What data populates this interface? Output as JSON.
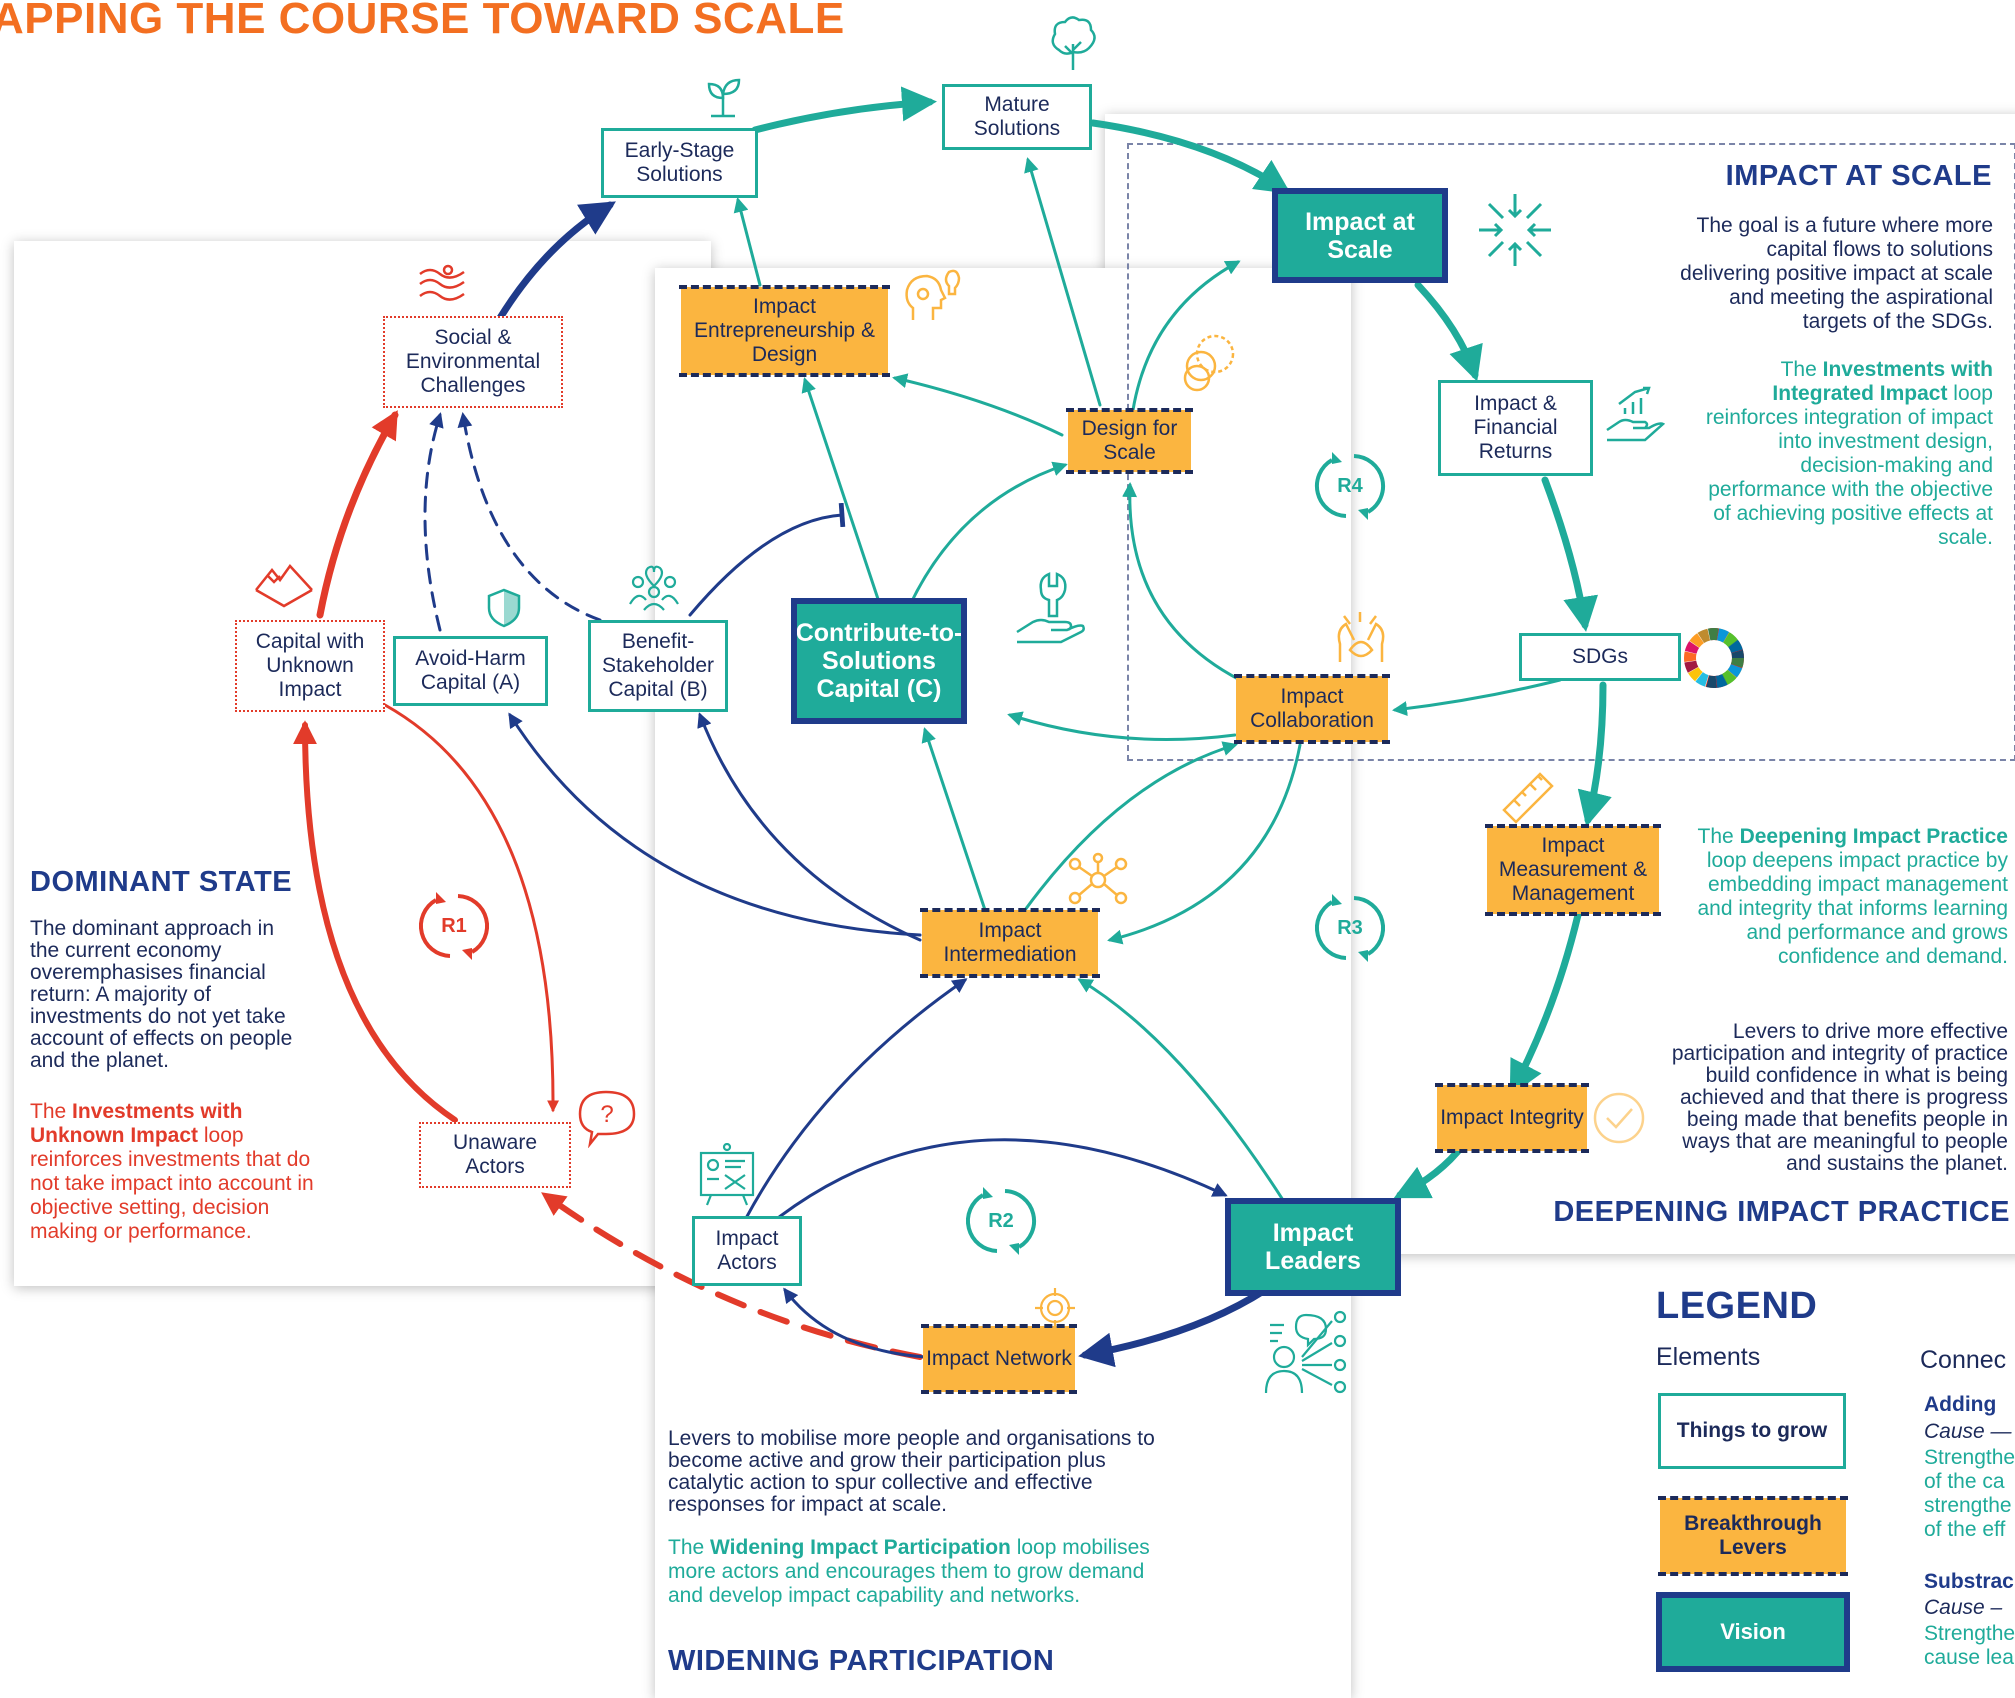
{
  "title": "APPING THE COURSE TOWARD SCALE",
  "colors": {
    "teal": "#1fab9a",
    "navy": "#1f3b8a",
    "red": "#e23b2a",
    "orange": "#fbb540",
    "title_orange": "#f36f21"
  },
  "nodes": {
    "mature": "Mature Solutions",
    "early": "Early-Stage Solutions",
    "social": "Social & Environmental Challenges",
    "capital_unknown": "Capital with Unknown Impact",
    "avoid_harm": "Avoid-Harm Capital (A)",
    "benefit": "Benefit-Stakeholder Capital (B)",
    "contribute": "Contribute-to-Solutions Capital (C)",
    "entrepreneurship": "Impact Entrepreneurship & Design",
    "design_scale": "Design for Scale",
    "impact_scale": "Impact at Scale",
    "financial": "Impact & Financial Returns",
    "sdgs": "SDGs",
    "collaboration": "Impact Collaboration",
    "imm": "Impact Measurement & Management",
    "intermediation": "Impact Intermediation",
    "integrity": "Impact Integrity",
    "leaders": "Impact Leaders",
    "actors": "Impact Actors",
    "network": "Impact Network",
    "unaware": "Unaware Actors"
  },
  "loops": [
    "R1",
    "R2",
    "R3",
    "R4"
  ],
  "icons": [
    "tree-icon",
    "sprout-icon",
    "hands-water-icon",
    "mountain-icon",
    "shield-icon",
    "people-heart-icon",
    "head-lightbulb-icon",
    "coins-icon",
    "wrench-hand-icon",
    "collaboration-hands-icon",
    "arrows-converge-icon",
    "growth-hand-icon",
    "sdg-wheel-icon",
    "ruler-icon",
    "network-people-icon",
    "checkmark-icon",
    "speech-question-icon",
    "target-icon",
    "whiteboard-icon",
    "crowd-icon"
  ],
  "impact_at_scale": {
    "heading": "IMPACT AT SCALE",
    "body": "The goal is a future where more capital flows to solutions delivering positive impact at scale and meeting the aspirational targets of the SDGs.",
    "loop_pre": "The ",
    "loop_name": "Investments with Integrated Impact",
    "loop_post": " loop reinforces integration of impact into investment design, decision-making and performance with the objective of achieving positive effects at scale."
  },
  "dominant_state": {
    "heading": "DOMINANT STATE",
    "body": "The dominant approach in the current economy overemphasises financial return: A majority of investments do not yet take account of effects on people and the planet.",
    "loop_pre": "The ",
    "loop_name": "Investments with Unknown Impact",
    "loop_post": " loop reinforces investments that do not take impact into account in objective setting, decision making or performance."
  },
  "deepening": {
    "heading": "DEEPENING IMPACT PRACTICE",
    "loop_pre": "The ",
    "loop_name": "Deepening Impact Practice",
    "loop_post": " loop deepens impact practice by embedding impact management and integrity that informs learning and performance and grows confidence and demand.",
    "body": "Levers to drive more effective participation and integrity of practice build confidence in what is being achieved and that there is progress being made that benefits people in ways that are meaningful to people and sustains the planet."
  },
  "widening": {
    "heading": "WIDENING PARTICIPATION",
    "body": "Levers to mobilise more people and organisations to become active and grow their participation plus catalytic action to spur collective and effective responses for impact at scale.",
    "loop_pre": "The ",
    "loop_name": "Widening Impact Participation",
    "loop_post": " loop mobilises more actors and encourages them to grow demand and develop impact capability and networks."
  },
  "legend": {
    "heading": "LEGEND",
    "elements_label": "Elements",
    "connections_label": "Connec",
    "grow": "Things to grow",
    "levers": "Breakthrough Levers",
    "vision": "Vision",
    "adding_title": "Adding",
    "adding_cause": "Cause —",
    "adding_text": "Strengthe of the ca strengthe of the eff",
    "subtract_title": "Substrac",
    "subtract_cause": "Cause –",
    "subtract_text": "Strengthe cause lea"
  }
}
